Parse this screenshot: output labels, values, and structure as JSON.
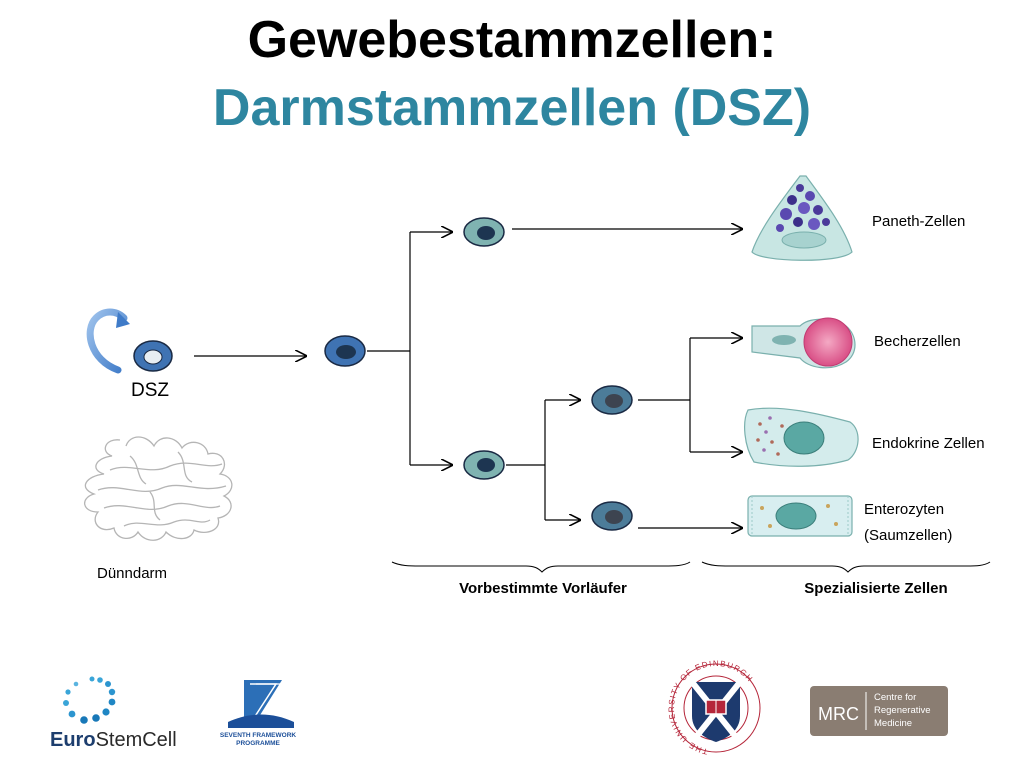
{
  "title": {
    "line1": "Gewebestammzellen:",
    "line2": "Darmstammzellen (DSZ)"
  },
  "stem_cell": {
    "label": "DSZ",
    "organ_label": "Dünndarm"
  },
  "cell_types": {
    "paneth": "Paneth-Zellen",
    "goblet": "Becherzellen",
    "enteroendocrine": "Endokrine Zellen",
    "enterocyte_line1": "Enterozyten",
    "enterocyte_line2": "(Saumzellen)"
  },
  "brackets": {
    "progenitors": "Vorbestimmte Vorläufer",
    "specialized": "Spezialisierte Zellen"
  },
  "logos": {
    "eurostemcell_bold": "Euro",
    "eurostemcell_rest": "StemCell",
    "fp7_line1": "SEVENTH FRAMEWORK",
    "fp7_line2": "PROGRAMME",
    "edinburgh_ring": "THE UNIVERSITY OF EDINBURGH",
    "mrc_abbr": "MRC",
    "mrc_line1": "Centre for",
    "mrc_line2": "Regenerative",
    "mrc_line3": "Medicine"
  },
  "colors": {
    "title_accent": "#2e86a0",
    "stem_cell_fill": "#3f73b3",
    "precursor_fill": "#7fb3b1",
    "progenitor_fill": "#4c7c99",
    "mrc_box": "#8a7d72",
    "edinburgh_red": "#b5263a"
  }
}
